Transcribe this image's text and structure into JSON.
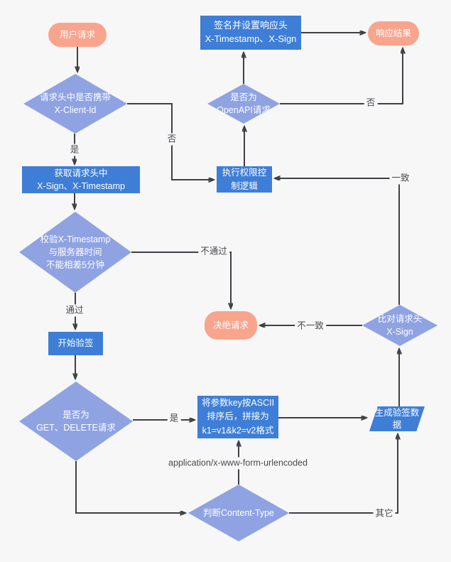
{
  "colors": {
    "background": "#f7f7f8",
    "process_fill": "#3e7ed7",
    "decision_fill": "#8fa3e3",
    "terminal_fill": "#f9a48d",
    "line": "#3f4045",
    "node_text": "#ffffff",
    "label_text": "#4a4b50"
  },
  "nodes": {
    "user_request": {
      "label": "用户请求",
      "type": "terminal"
    },
    "sign_response": {
      "label": "签名并设置响应头\nX-Timestamp、X-Sign",
      "type": "process"
    },
    "response_result": {
      "label": "响应结果",
      "type": "terminal"
    },
    "check_client_id": {
      "label": "请求头中是否携带\nX-Client-Id",
      "type": "decision"
    },
    "is_openapi": {
      "label": "是否为\nOpenAPI请求",
      "type": "decision"
    },
    "get_headers": {
      "label": "获取请求头中\nX-Sign、X-Timestamp",
      "type": "process"
    },
    "exec_auth": {
      "label": "执行权限控\n制逻辑",
      "type": "process"
    },
    "check_timestamp": {
      "label": "校验X-Timestamp\n与服务器时间\n不能相差5分钟",
      "type": "decision"
    },
    "reject_request": {
      "label": "决绝请求",
      "type": "terminal"
    },
    "start_verify": {
      "label": "开始验签",
      "type": "process"
    },
    "compare_sign": {
      "label": "比对请求头\nX-Sign",
      "type": "decision"
    },
    "is_get_delete": {
      "label": "是否为\nGET、DELETE请求",
      "type": "decision"
    },
    "sort_params": {
      "label": "将参数key按ASCII\n排序后，拼接为\nk1=v1&k2=v2格式",
      "type": "process"
    },
    "gen_sign_data": {
      "label": "生成验签数\n据",
      "type": "data"
    },
    "check_content_type": {
      "label": "判断Content-Type",
      "type": "decision"
    }
  },
  "edge_labels": {
    "yes_client_id": "是",
    "no_client_id": "否",
    "no_openapi": "否",
    "pass": "通过",
    "fail": "不通过",
    "match": "一致",
    "mismatch": "不一致",
    "yes_get_delete": "是",
    "form_urlencoded": "application/x-www-form-urlencoded",
    "other": "其它"
  }
}
